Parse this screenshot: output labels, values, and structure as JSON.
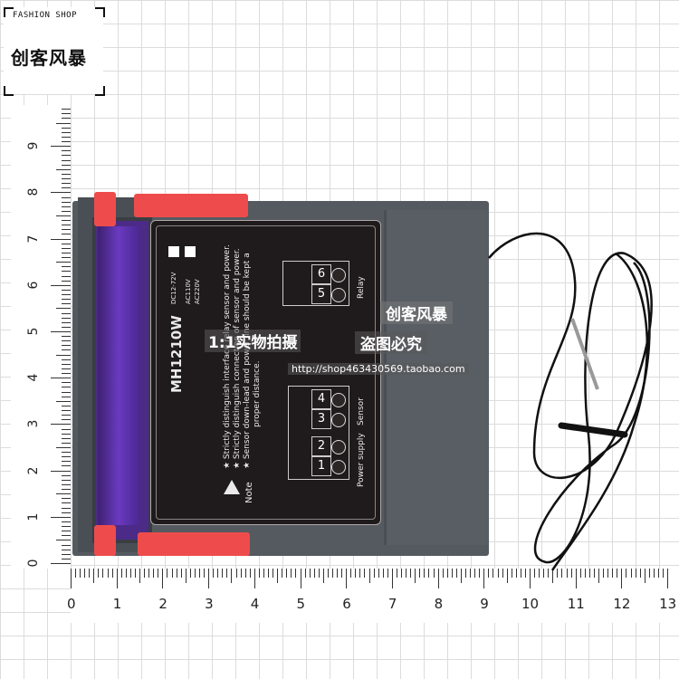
{
  "logo": {
    "shop_text": "FASHION SHOP",
    "brand_text": "创客风暴"
  },
  "ruler_vertical": {
    "labels": [
      "0",
      "1",
      "2",
      "3",
      "4",
      "5",
      "6",
      "7",
      "8",
      "9"
    ]
  },
  "ruler_horizontal": {
    "labels": [
      "0",
      "1",
      "2",
      "3",
      "4",
      "5",
      "6",
      "7",
      "8",
      "9",
      "10",
      "11",
      "12",
      "13"
    ]
  },
  "device_label": {
    "model": "MH1210W",
    "power_dc": "DC12-72V",
    "power_ac_110": "AC110V",
    "power_ac_220": "AC220V",
    "note_title": "Note",
    "note_1": "★ Strictly distinguish interface relay sensor and power.",
    "note_2": "★ Strictly distinguish connection of sensor and power.",
    "note_3": "★ Sensor down-lead and power line should be kept a",
    "note_3b": "proper distance.",
    "relay_label": "Relay",
    "sensor_label": "Sensor",
    "power_label": "Power supply",
    "terminals": [
      "1",
      "2",
      "3",
      "4",
      "5",
      "6"
    ]
  },
  "watermark": {
    "brand": "创客风暴",
    "photo_text": "1:1实物拍摄",
    "no_copy": "盗图必究",
    "url": "http://shop463430569.taobao.com"
  },
  "colors": {
    "clip": "#ee4c4c",
    "body": "#545a60",
    "display": "#4b2b87",
    "label_bg": "#1f1a1b"
  }
}
